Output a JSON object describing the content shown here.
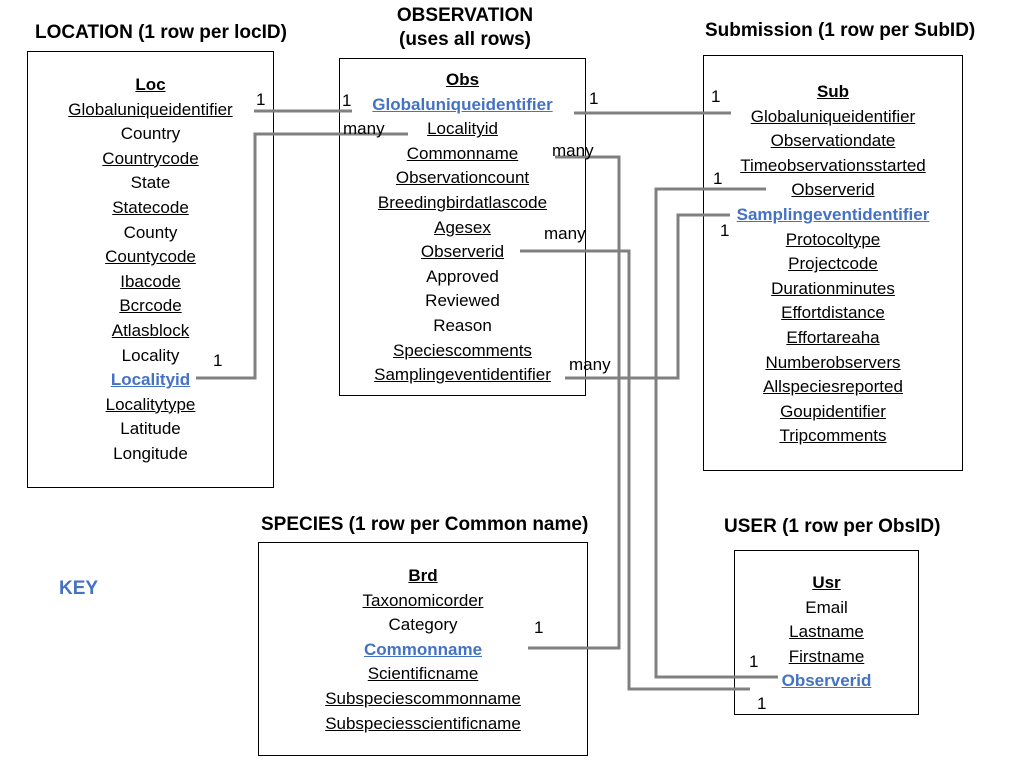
{
  "location": {
    "title": "LOCATION (1 row per locID)",
    "header": "Loc",
    "fields": [
      "Globaluniqueidentifier",
      "Country",
      "Countrycode",
      "State",
      "Statecode",
      "County",
      "Countycode",
      "Ibacode",
      "Bcrcode",
      "Atlasblock",
      "Locality",
      "Localityid",
      "Localitytype",
      "Latitude",
      "Longitude"
    ]
  },
  "observation": {
    "title_line1": "OBSERVATION",
    "title_line2": "(uses all rows)",
    "header": "Obs",
    "fields": [
      "Globaluniqueidentifier",
      "Localityid",
      "Commonname",
      "Observationcount",
      "Breedingbirdatlascode",
      "Agesex",
      "Observerid",
      "Approved",
      "Reviewed",
      "Reason",
      "Speciescomments",
      "Samplingeventidentifier"
    ]
  },
  "submission": {
    "title": "Submission (1 row per SubID)",
    "header": "Sub",
    "fields": [
      "Globaluniqueidentifier",
      "Observationdate",
      "Timeobservationsstarted",
      "Observerid",
      "Samplingeventidentifier",
      "Protocoltype",
      "Projectcode",
      "Durationminutes",
      "Effortdistance",
      "Effortareaha",
      "Numberobservers",
      "Allspeciesreported",
      "Goupidentifier",
      "Tripcomments"
    ]
  },
  "species": {
    "title": "SPECIES (1 row per Common name)",
    "header": "Brd",
    "fields": [
      "Taxonomicorder",
      "Category",
      "Commonname",
      "Scientificname",
      "Subspeciescommonname",
      "Subspeciesscientificname"
    ]
  },
  "user": {
    "title": "USER (1 row per ObsID)",
    "header": "Usr",
    "fields": [
      "Email",
      "Lastname",
      "Firstname",
      "Observerid"
    ]
  },
  "key_label": "KEY",
  "cardinality": {
    "loc_guid": "1",
    "obs_guid_left": "1",
    "obs_localityid": "many",
    "obs_guid_right": "1",
    "sub_guid": "1",
    "obs_commonname": "many",
    "sub_observerid": "1",
    "obs_observerid": "many",
    "sub_sampling": "1",
    "loc_localityid": "1",
    "obs_sampling": "many",
    "brd_commonname": "1",
    "usr_firstname": "1",
    "usr_bottom": "1"
  },
  "colors": {
    "key_field": "#4472C4",
    "connector": "#808080"
  }
}
